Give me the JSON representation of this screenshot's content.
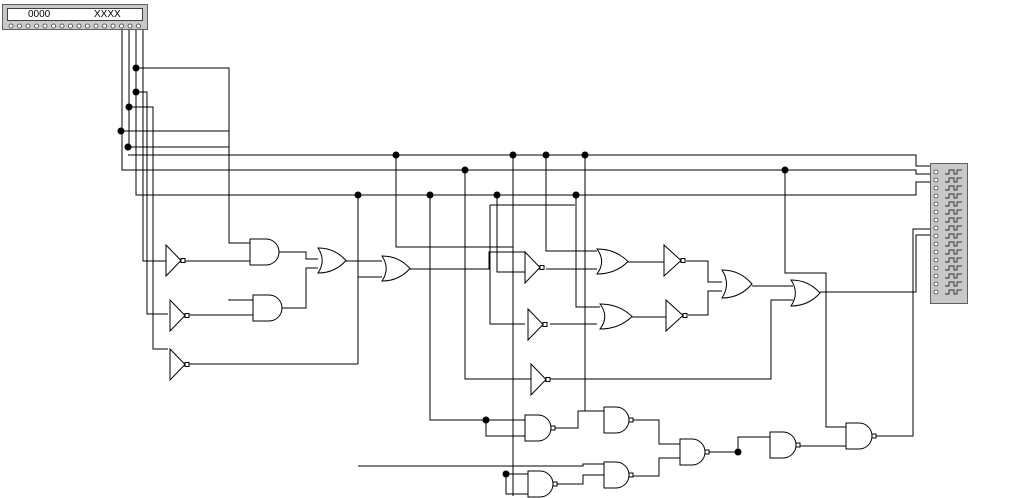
{
  "word_generator": {
    "address": "0000",
    "value": "XXXX",
    "icon": "word-generator-icon"
  },
  "logic_analyzer": {
    "icon": "logic-analyzer-icon",
    "channel_count": 16
  },
  "colors": {
    "wire": "#000000",
    "gate_fill": "#ffffff",
    "instrument_body": "#c8c8c8"
  }
}
